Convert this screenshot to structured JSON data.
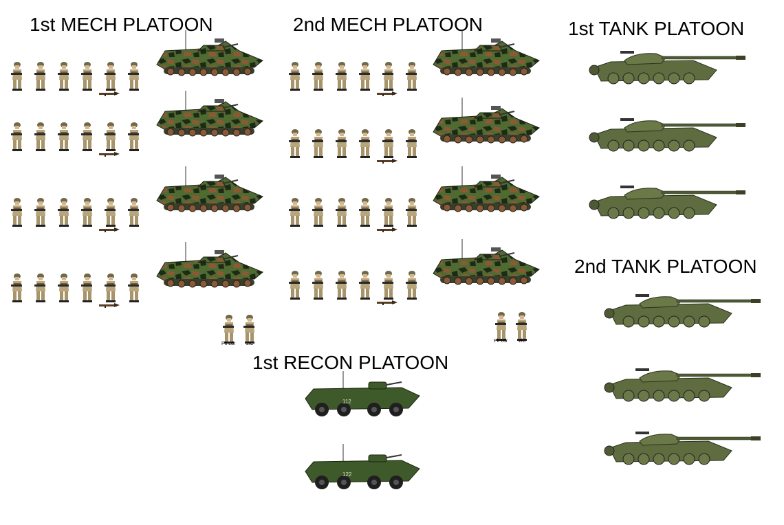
{
  "titles": {
    "mech1": "1st MECH PLATOON",
    "mech2": "2nd MECH PLATOON",
    "tank1": "1st TANK PLATOON",
    "tank2": "2nd TANK PLATOON",
    "recon1": "1st RECON PLATOON"
  },
  "leaders": {
    "plt_ldr": "Plt Ldr",
    "second_in_command": "2iC"
  },
  "recon_vehicles": [
    {
      "number": "112"
    },
    {
      "number": "122"
    }
  ],
  "colors": {
    "camo_green": "#4f6b32",
    "camo_dark": "#1f2a16",
    "camo_brown": "#8a5a35",
    "tank_olive": "#5f6c40",
    "uniform_tan": "#b8a57c"
  }
}
